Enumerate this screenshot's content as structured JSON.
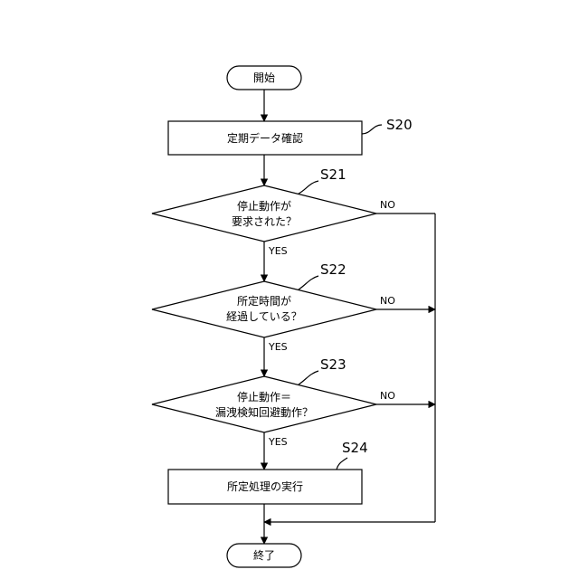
{
  "nodes": {
    "start": {
      "label": "開始"
    },
    "check_data": {
      "label": "定期データ確認",
      "step": "S20"
    },
    "decision_stop": {
      "line1": "停止動作が",
      "line2": "要求された？",
      "step": "S21"
    },
    "decision_time": {
      "line1": "所定時間が",
      "line2": "経過している？",
      "step": "S22"
    },
    "decision_leak": {
      "line1": "停止動作＝",
      "line2": "漏洩検知回避動作？",
      "step": "S23"
    },
    "process": {
      "label": "所定処理の実行",
      "step": "S24"
    },
    "end": {
      "label": "終了"
    }
  },
  "edges": {
    "yes": "YES",
    "no": "NO"
  }
}
